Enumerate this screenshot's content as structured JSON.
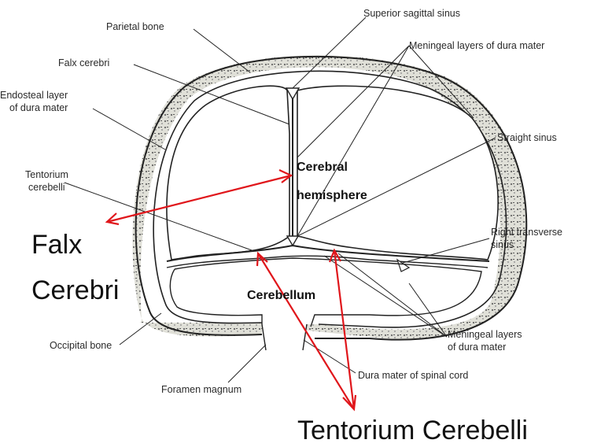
{
  "figure_labels": {
    "parietal_bone": "Parietal bone",
    "superior_sagittal_sinus": "Superior sagittal sinus",
    "meningeal_layers_top": "Meningeal layers of dura mater",
    "falx_cerebri_small": "Falx cerebri",
    "endosteal_line1": "Endosteal layer",
    "endosteal_line2": "of dura mater",
    "straight_sinus": "Straight sinus",
    "tentorium_small_line1": "Tentorium",
    "tentorium_small_line2": "cerebelli",
    "right_transverse_line1": "Right transverse",
    "right_transverse_line2": "sinus",
    "meningeal_bottom_line1": "Meningeal layers",
    "meningeal_bottom_line2": "of dura mater",
    "occipital_bone": "Occipital bone",
    "dura_spinal": "Dura mater of spinal cord",
    "foramen_magnum": "Foramen magnum"
  },
  "annotations": {
    "cerebral_line1": "Cerebral",
    "cerebral_line2": "hemisphere",
    "cerebellum": "Cerebellum",
    "falx_line1": "Falx",
    "falx_line2": "Cerebri",
    "tentorium": "Tentorium Cerebelli"
  },
  "colors": {
    "arrow": "#e0161b",
    "outline": "#222222",
    "bone_fill": "#d9dbd4",
    "dura_fill": "#ffffff"
  }
}
